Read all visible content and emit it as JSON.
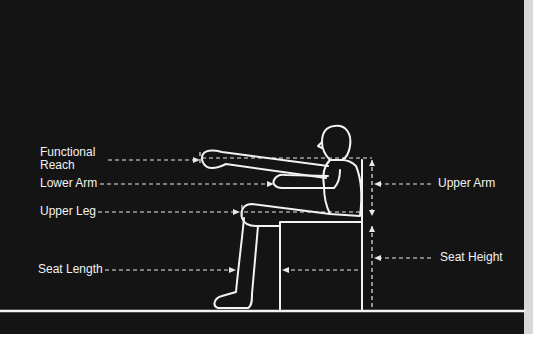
{
  "diagram": {
    "labels": [
      "Functional Reach",
      "Lower Arm",
      "Upper Leg",
      "Seat Length",
      "Upper Arm",
      "Seat Height"
    ]
  }
}
